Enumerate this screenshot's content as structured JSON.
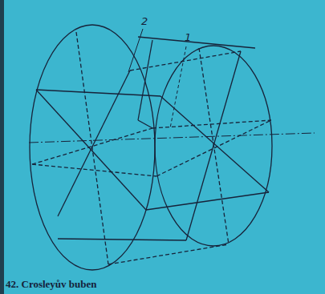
{
  "diagram": {
    "caption": "42. Crosleyův buben",
    "labels": [
      "2",
      "1"
    ]
  }
}
